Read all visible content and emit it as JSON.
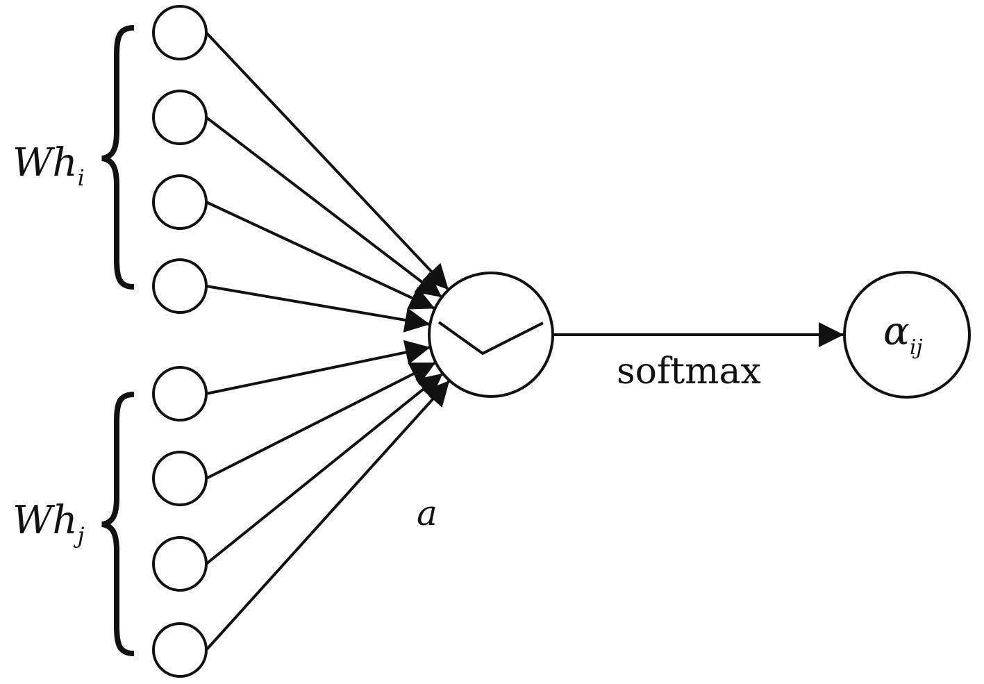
{
  "diagram": {
    "title": "Graph attention coefficient computation",
    "colors": {
      "stroke": "#111111",
      "background": "#ffffff"
    },
    "groups": [
      {
        "id": "wh_i",
        "label_main": "Wh",
        "label_sub": "i",
        "node_count": 4
      },
      {
        "id": "wh_j",
        "label_main": "Wh",
        "label_sub": "j",
        "node_count": 4
      }
    ],
    "attention_node": {
      "label": "a",
      "activation_icon": "leaky-relu-icon"
    },
    "edge_label": "softmax",
    "output_node": {
      "label_main": "α",
      "label_sub": "ij"
    }
  }
}
